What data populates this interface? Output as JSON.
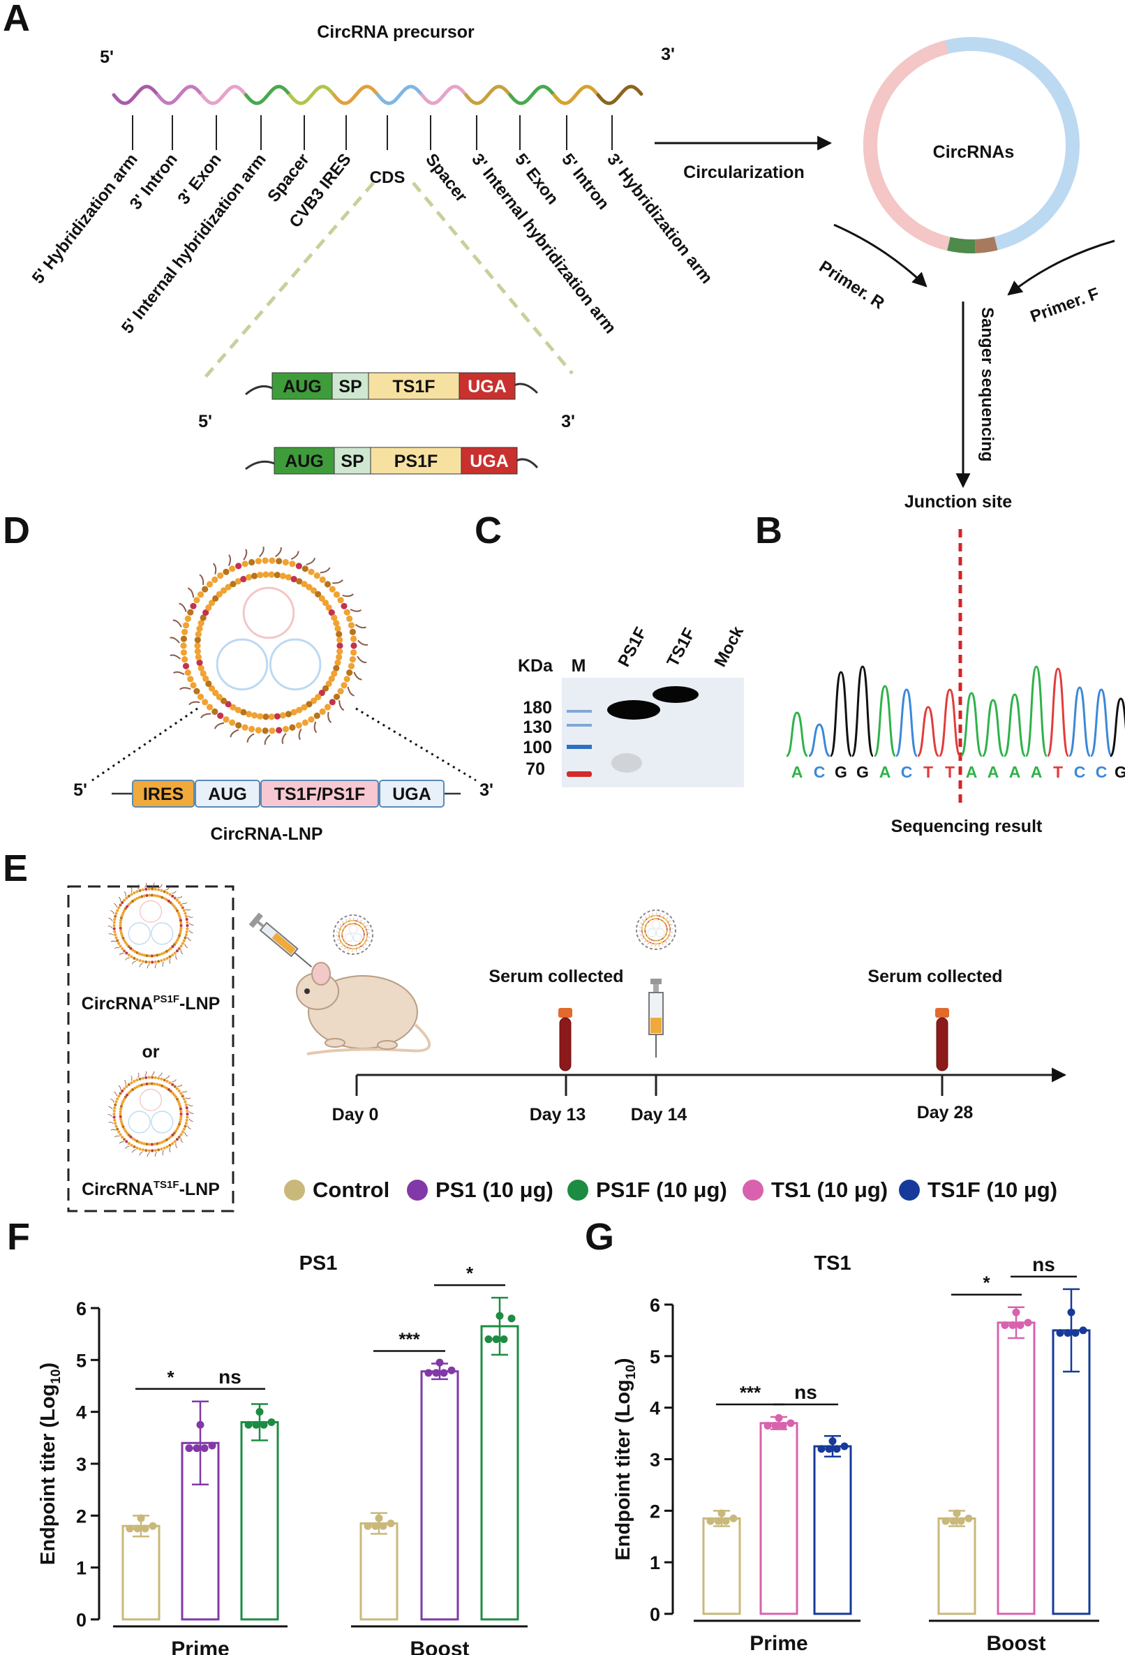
{
  "colors": {
    "control": "#c8b87a",
    "ps1": "#8238a6",
    "ps1f": "#1c8c43",
    "ts1": "#d862ad",
    "ts1f": "#173a9a",
    "aug": "#3f9c3b",
    "sp": "#cfe7d1",
    "ts1f_box": "#f7e1a1",
    "uga": "#c8312e",
    "ires": "#f0a93b",
    "circ_pink": "#f4c6c6",
    "circ_blue": "#bcd9f2"
  },
  "panels": {
    "A": "A",
    "B": "B",
    "C": "C",
    "D": "D",
    "E": "E",
    "F": "F",
    "G": "G"
  },
  "panelA": {
    "title": "CircRNA precursor",
    "five_prime": "5'",
    "three_prime": "3'",
    "regions": [
      "5' Hybridization arm",
      "3' Intron",
      "3' Exon",
      "5' Internal hybridization arm",
      "Spacer",
      "CVB3 IRES",
      "CDS",
      "Spacer",
      "3' Internal hybridization arm",
      "5' Exon",
      "5' Intron",
      "3' Hybridization arm"
    ],
    "circularization": "Circularization",
    "circ_label": "CircRNAs",
    "primer_r": "Primer. R",
    "primer_f": "Primer. F",
    "sanger": "Sanger sequencing",
    "junction": "Junction site",
    "construct1": [
      "AUG",
      "SP",
      "TS1F",
      "UGA"
    ],
    "construct2": [
      "AUG",
      "SP",
      "PS1F",
      "UGA"
    ],
    "c_five": "5'",
    "c_three": "3'"
  },
  "panelB": {
    "sequence": [
      "A",
      "C",
      "G",
      "G",
      "A",
      "C",
      "T",
      "T",
      "A",
      "A",
      "A",
      "A",
      "T",
      "C",
      "C",
      "G"
    ],
    "caption": "Sequencing result"
  },
  "panelC": {
    "kda": "KDa",
    "lanes": [
      "M",
      "PS1F",
      "TS1F",
      "Mock"
    ],
    "markers": [
      "180",
      "130",
      "100",
      "70"
    ]
  },
  "panelD": {
    "five": "5'",
    "three": "3'",
    "boxes": [
      "IRES",
      "AUG",
      "TS1F/PS1F",
      "UGA"
    ],
    "caption": "CircRNA-LNP"
  },
  "panelE": {
    "lnp1_base": "CircRNA",
    "lnp1_sup": "PS1F",
    "lnp1_suffix": "-LNP",
    "or": "or",
    "lnp2_base": "CircRNA",
    "lnp2_sup": "TS1F",
    "lnp2_suffix": "-LNP",
    "serum1": "Serum collected",
    "serum2": "Serum collected",
    "days": [
      "Day 0",
      "Day 13",
      "Day 14",
      "Day 28"
    ]
  },
  "legend": [
    "Control",
    "PS1 (10 μg)",
    "PS1F (10 μg)",
    "TS1 (10 μg)",
    "TS1F (10 μg)"
  ],
  "chart_data": [
    {
      "type": "bar",
      "title": "PS1",
      "ylabel_main": "Endpoint titer (Log",
      "ylabel_sub": "10",
      "ylabel_end": ")",
      "ylim": [
        0,
        6
      ],
      "yticks": [
        "0",
        "1",
        "2",
        "3",
        "4",
        "5",
        "6"
      ],
      "groups": [
        "Prime",
        "Boost"
      ],
      "series": [
        {
          "name": "Control",
          "values": [
            1.8,
            1.85
          ],
          "err": [
            0.2,
            0.2
          ],
          "points": [
            [
              1.95,
              1.75,
              1.75,
              1.75,
              1.8
            ],
            [
              1.95,
              1.8,
              1.8,
              1.8,
              1.85
            ]
          ]
        },
        {
          "name": "PS1 (10 μg)",
          "values": [
            3.4,
            4.78
          ],
          "err": [
            0.8,
            0.15
          ],
          "points": [
            [
              3.75,
              3.3,
              3.3,
              3.3,
              3.35
            ],
            [
              4.95,
              4.75,
              4.75,
              4.75,
              4.8
            ]
          ]
        },
        {
          "name": "PS1F (10 μg)",
          "values": [
            3.8,
            5.65
          ],
          "err": [
            0.35,
            0.55
          ],
          "points": [
            [
              4.0,
              3.75,
              3.75,
              3.75,
              3.8
            ],
            [
              5.85,
              5.4,
              5.4,
              5.4,
              5.8
            ]
          ]
        }
      ],
      "significance": [
        {
          "group": 0,
          "from": 0,
          "to": 1,
          "label": "*"
        },
        {
          "group": 0,
          "from": 1,
          "to": 2,
          "label": "ns"
        },
        {
          "group": 1,
          "from": 0,
          "to": 1,
          "label": "***"
        },
        {
          "group": 1,
          "from": 1,
          "to": 2,
          "label": "*"
        }
      ]
    },
    {
      "type": "bar",
      "title": "TS1",
      "ylabel_main": "Endpoint titer (Log",
      "ylabel_sub": "10",
      "ylabel_end": ")",
      "ylim": [
        0,
        6
      ],
      "yticks": [
        "0",
        "1",
        "2",
        "3",
        "4",
        "5",
        "6"
      ],
      "groups": [
        "Prime",
        "Boost"
      ],
      "series": [
        {
          "name": "Control",
          "values": [
            1.85,
            1.85
          ],
          "err": [
            0.15,
            0.15
          ],
          "points": [
            [
              1.95,
              1.8,
              1.8,
              1.8,
              1.85
            ],
            [
              1.95,
              1.8,
              1.8,
              1.8,
              1.85
            ]
          ]
        },
        {
          "name": "TS1 (10 μg)",
          "values": [
            3.7,
            5.65
          ],
          "err": [
            0.12,
            0.3
          ],
          "points": [
            [
              3.8,
              3.65,
              3.65,
              3.65,
              3.7
            ],
            [
              5.85,
              5.6,
              5.6,
              5.6,
              5.65
            ]
          ]
        },
        {
          "name": "TS1F (10 μg)",
          "values": [
            3.25,
            5.5
          ],
          "err": [
            0.2,
            0.8
          ],
          "points": [
            [
              3.35,
              3.2,
              3.2,
              3.2,
              3.25
            ],
            [
              5.85,
              5.45,
              5.45,
              5.45,
              5.5
            ]
          ]
        }
      ],
      "significance": [
        {
          "group": 0,
          "from": 0,
          "to": 1,
          "label": "***"
        },
        {
          "group": 0,
          "from": 1,
          "to": 2,
          "label": "ns"
        },
        {
          "group": 1,
          "from": 0,
          "to": 1,
          "label": "*"
        },
        {
          "group": 1,
          "from": 1,
          "to": 2,
          "label": "ns"
        }
      ]
    }
  ]
}
